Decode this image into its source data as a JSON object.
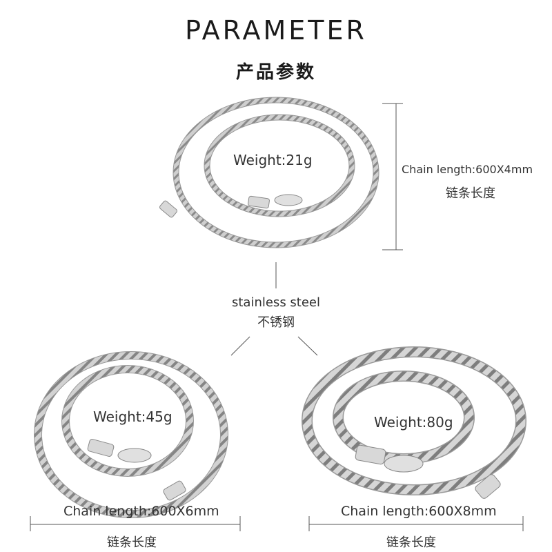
{
  "header": {
    "title": "PARAMETER",
    "subtitle": "产品参数"
  },
  "material": {
    "en": "stainless steel",
    "cn": "不锈钢"
  },
  "products": [
    {
      "weight": "Weight:21g",
      "chain_length": "Chain length:600X4mm",
      "chain_length_cn": "链条长度"
    },
    {
      "weight": "Weight:45g",
      "chain_length": "Chain length:600X6mm",
      "chain_length_cn": "链条长度"
    },
    {
      "weight": "Weight:80g",
      "chain_length": "Chain length:600X8mm",
      "chain_length_cn": "链条长度"
    }
  ],
  "colors": {
    "chain": "#b8b8b8",
    "chain_dark": "#7a7a7a",
    "text": "#333333",
    "line": "#555555"
  }
}
